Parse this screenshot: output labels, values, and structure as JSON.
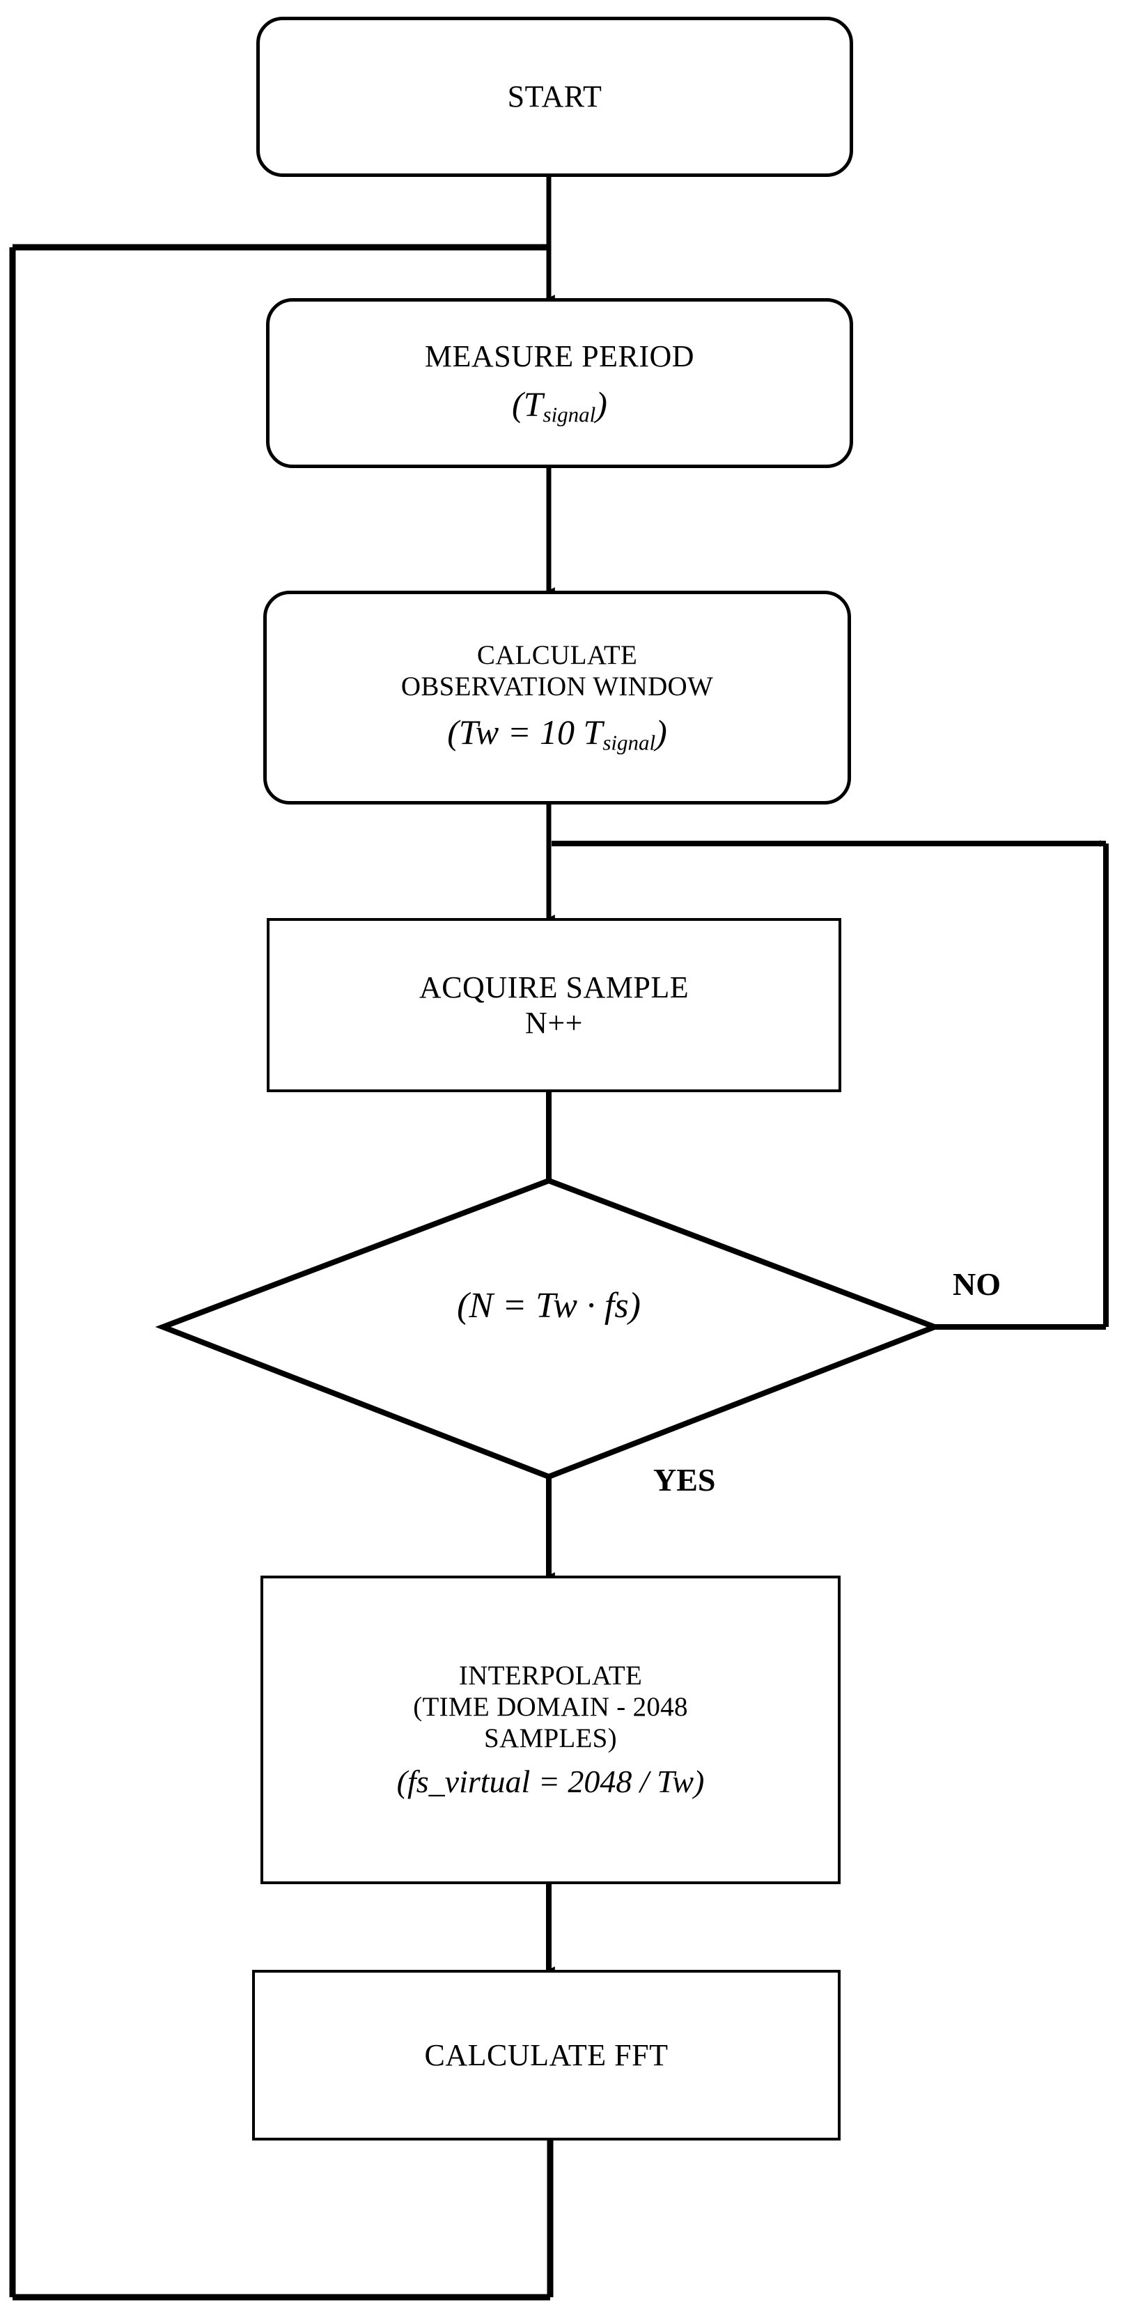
{
  "diagram": {
    "title": "Frequency measurement and FFT acquisition flowchart",
    "type": "flowchart",
    "orientation": "top-to-bottom",
    "stroke_color": "#000000",
    "fill_color": "#ffffff",
    "background": "#ffffff"
  },
  "nodes": {
    "start": {
      "shape": "rounded-rectangle",
      "lines": [
        "START"
      ]
    },
    "measure_period": {
      "shape": "rounded-rectangle",
      "lines": [
        "MEASURE PERIOD"
      ],
      "formula_prefix": "(",
      "formula_var": "T",
      "formula_sub": "signal",
      "formula_suffix": ")"
    },
    "calculate_window": {
      "shape": "rounded-rectangle",
      "lines": [
        "CALCULATE",
        "OBSERVATION WINDOW"
      ],
      "formula_prefix": "(Tw = 10 ",
      "formula_var": "T",
      "formula_sub": "signal",
      "formula_suffix": ")"
    },
    "acquire_sample": {
      "shape": "rectangle",
      "lines": [
        "ACQUIRE SAMPLE",
        "N++"
      ]
    },
    "decision": {
      "shape": "diamond",
      "text": "(N = Tw · fs)",
      "branch_no": "NO",
      "branch_yes": "YES"
    },
    "interpolate": {
      "shape": "rectangle",
      "lines": [
        "INTERPOLATE",
        "(TIME DOMAIN - 2048",
        "SAMPLES)"
      ],
      "formula": "(fs_virtual = 2048 / Tw)"
    },
    "calculate_fft": {
      "shape": "rectangle",
      "lines": [
        "CALCULATE FFT"
      ]
    }
  },
  "edges": [
    {
      "from": "start",
      "to": "measure_period",
      "label": ""
    },
    {
      "from": "measure_period",
      "to": "calculate_window",
      "label": ""
    },
    {
      "from": "calculate_window",
      "to": "acquire_sample",
      "label": ""
    },
    {
      "from": "acquire_sample",
      "to": "decision",
      "label": ""
    },
    {
      "from": "decision",
      "to": "acquire_sample",
      "label": "NO",
      "routing": "right-loop-up"
    },
    {
      "from": "decision",
      "to": "interpolate",
      "label": "YES",
      "routing": "down"
    },
    {
      "from": "interpolate",
      "to": "calculate_fft",
      "label": ""
    },
    {
      "from": "calculate_fft",
      "to": "measure_period",
      "label": "",
      "routing": "bottom-left-loop-up"
    }
  ]
}
